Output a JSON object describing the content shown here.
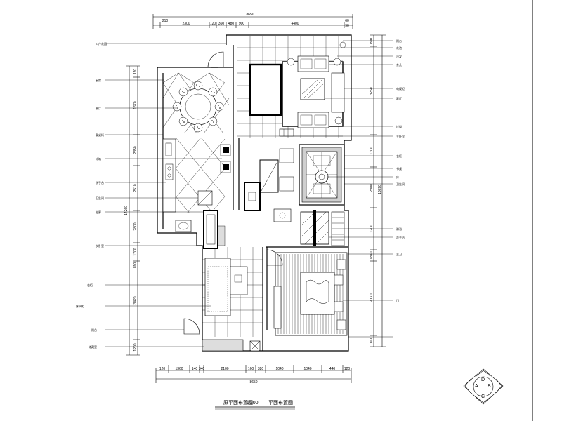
{
  "drawing": {
    "title": "原平面布置图",
    "scale_note": "1:100",
    "subtitle": "平面布置图"
  },
  "dimensions": {
    "top_total": "8650",
    "top_segments": [
      "210",
      "2300",
      "120",
      "360",
      "480",
      "900",
      "4400",
      "60"
    ],
    "top_right_small": "90",
    "bottom_total": "8650",
    "bottom_segments": [
      "120",
      "1360",
      "140",
      "340",
      "2100",
      "160",
      "320",
      "1040",
      "1040",
      "440",
      "120"
    ],
    "left_total": "14260",
    "left_segments": [
      "120",
      "1670",
      "2350",
      "2510",
      "2800",
      "1700",
      "890",
      "3420",
      "1200"
    ],
    "right_total": "13690",
    "right_segments": [
      "800",
      "3250",
      "1700",
      "2900",
      "1200",
      "1840",
      "4170",
      "100"
    ]
  },
  "labels": {
    "left": [
      "入户花园",
      "厨房",
      "餐厅",
      "餐桌椅",
      "冰箱",
      "洗手台",
      "卫生间",
      "走廊",
      "次卧室",
      "衣柜",
      "床头柜",
      "阳台",
      "储藏室"
    ],
    "right": [
      "阳台",
      "花池",
      "沙发",
      "茶几",
      "电视柜",
      "客厅",
      "过道",
      "主卧室",
      "衣柜",
      "书桌",
      "床",
      "卫生间",
      "淋浴",
      "洗手台",
      "主卫",
      "门"
    ]
  },
  "compass": {
    "letters": [
      "A",
      "B",
      "C",
      "D"
    ]
  }
}
